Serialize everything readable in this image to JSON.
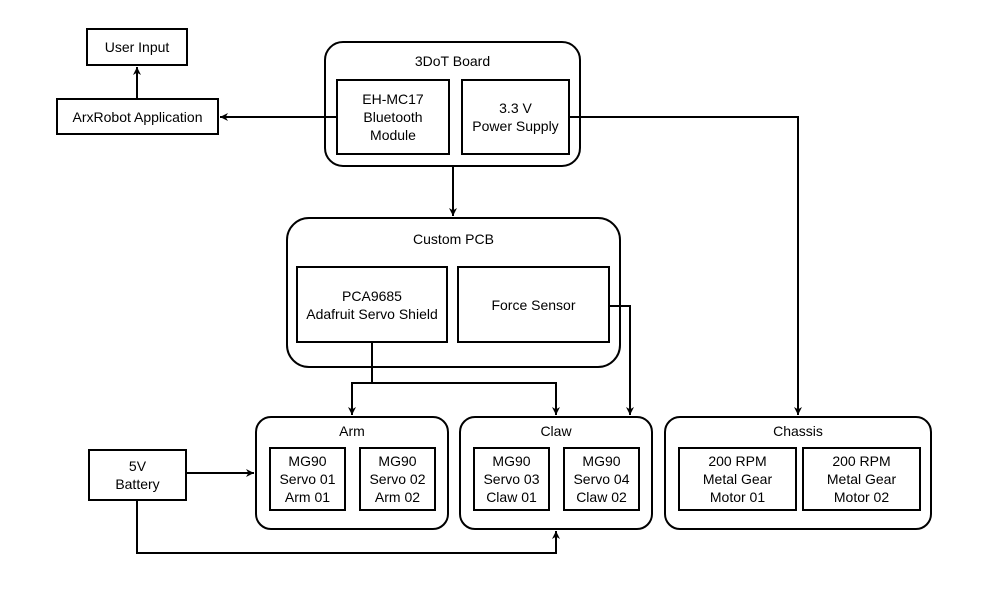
{
  "user_input": {
    "label": "User Input"
  },
  "arxrobot_app": {
    "label": "ArxRobot Application"
  },
  "board_3dot": {
    "title": "3DoT Board",
    "bluetooth": {
      "lines": [
        "EH-MC17",
        "Bluetooth",
        "Module"
      ]
    },
    "power_supply": {
      "lines": [
        "3.3 V",
        "Power Supply"
      ]
    }
  },
  "custom_pcb": {
    "title": "Custom PCB",
    "servo_shield": {
      "lines": [
        "PCA9685",
        "Adafruit Servo Shield"
      ]
    },
    "force_sensor": {
      "label": "Force Sensor"
    }
  },
  "battery": {
    "lines": [
      "5V",
      "Battery"
    ]
  },
  "arm": {
    "title": "Arm",
    "servo_01": {
      "lines": [
        "MG90",
        "Servo 01",
        "Arm 01"
      ]
    },
    "servo_02": {
      "lines": [
        "MG90",
        "Servo 02",
        "Arm 02"
      ]
    }
  },
  "claw": {
    "title": "Claw",
    "servo_03": {
      "lines": [
        "MG90",
        "Servo 03",
        "Claw 01"
      ]
    },
    "servo_04": {
      "lines": [
        "MG90",
        "Servo 04",
        "Claw 02"
      ]
    }
  },
  "chassis": {
    "title": "Chassis",
    "motor_01": {
      "lines": [
        "200 RPM",
        "Metal Gear",
        "Motor 01"
      ]
    },
    "motor_02": {
      "lines": [
        "200 RPM",
        "Metal Gear",
        "Motor 02"
      ]
    }
  }
}
